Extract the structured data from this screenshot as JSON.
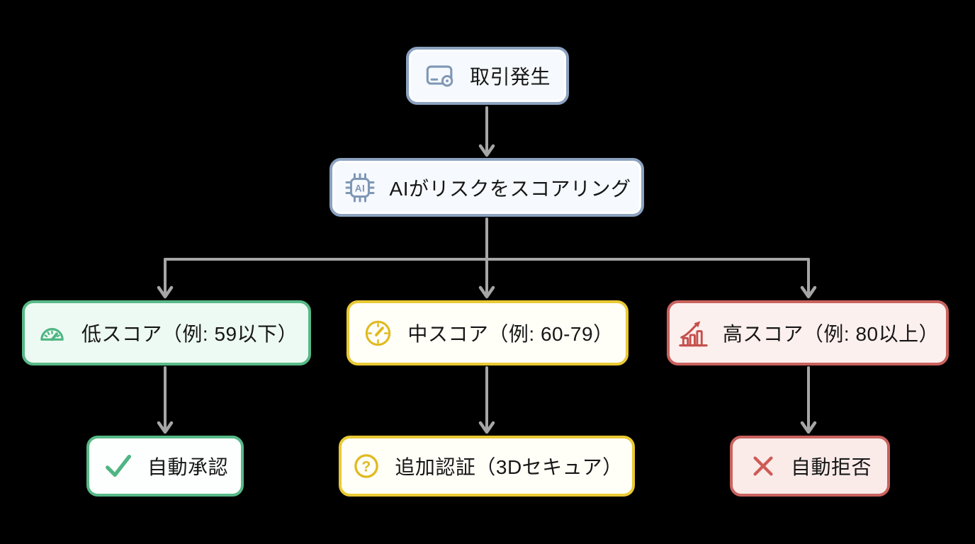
{
  "diagram": {
    "type": "flowchart",
    "background": "#000000",
    "arrow_color": "#a6a6a6",
    "palette": {
      "blue_border": "#8ba2bf",
      "blue_fill": "#f6f9fd",
      "blue_icon": "#7e97b5",
      "green_border": "#57b987",
      "green_fill": "#edfaf3",
      "green_icon": "#4fb583",
      "yellow_border": "#e9c934",
      "yellow_fill": "#fffef7",
      "yellow_icon": "#e0ba1f",
      "red_border": "#c9625e",
      "red_fill": "#fcf0ee",
      "red_icon": "#c5504c",
      "text": "#161616"
    },
    "nodes": {
      "transaction": {
        "label": "取引発生",
        "icon": "credit-card-icon",
        "color": "blue"
      },
      "ai_scoring": {
        "label": "AIがリスクをスコアリング",
        "icon": "ai-chip-icon",
        "icon_text": "AI",
        "color": "blue"
      },
      "low_score": {
        "label": "低スコア（例: 59以下）",
        "icon": "gauge-icon",
        "color": "green"
      },
      "mid_score": {
        "label": "中スコア（例: 60-79）",
        "icon": "dial-icon",
        "color": "yellow"
      },
      "high_score": {
        "label": "高スコア（例: 80以上）",
        "icon": "rising-chart-icon",
        "color": "red"
      },
      "auto_approve": {
        "label": "自動承認",
        "icon": "check-icon",
        "color": "green"
      },
      "additional_auth": {
        "label": "追加認証（3Dセキュア）",
        "icon": "question-circle-icon",
        "icon_text": "?",
        "color": "yellow"
      },
      "auto_reject": {
        "label": "自動拒否",
        "icon": "x-icon",
        "color": "red"
      }
    },
    "edges": [
      {
        "from": "transaction",
        "to": "ai_scoring"
      },
      {
        "from": "ai_scoring",
        "to": "low_score"
      },
      {
        "from": "ai_scoring",
        "to": "mid_score"
      },
      {
        "from": "ai_scoring",
        "to": "high_score"
      },
      {
        "from": "low_score",
        "to": "auto_approve"
      },
      {
        "from": "mid_score",
        "to": "additional_auth"
      },
      {
        "from": "high_score",
        "to": "auto_reject"
      }
    ]
  }
}
